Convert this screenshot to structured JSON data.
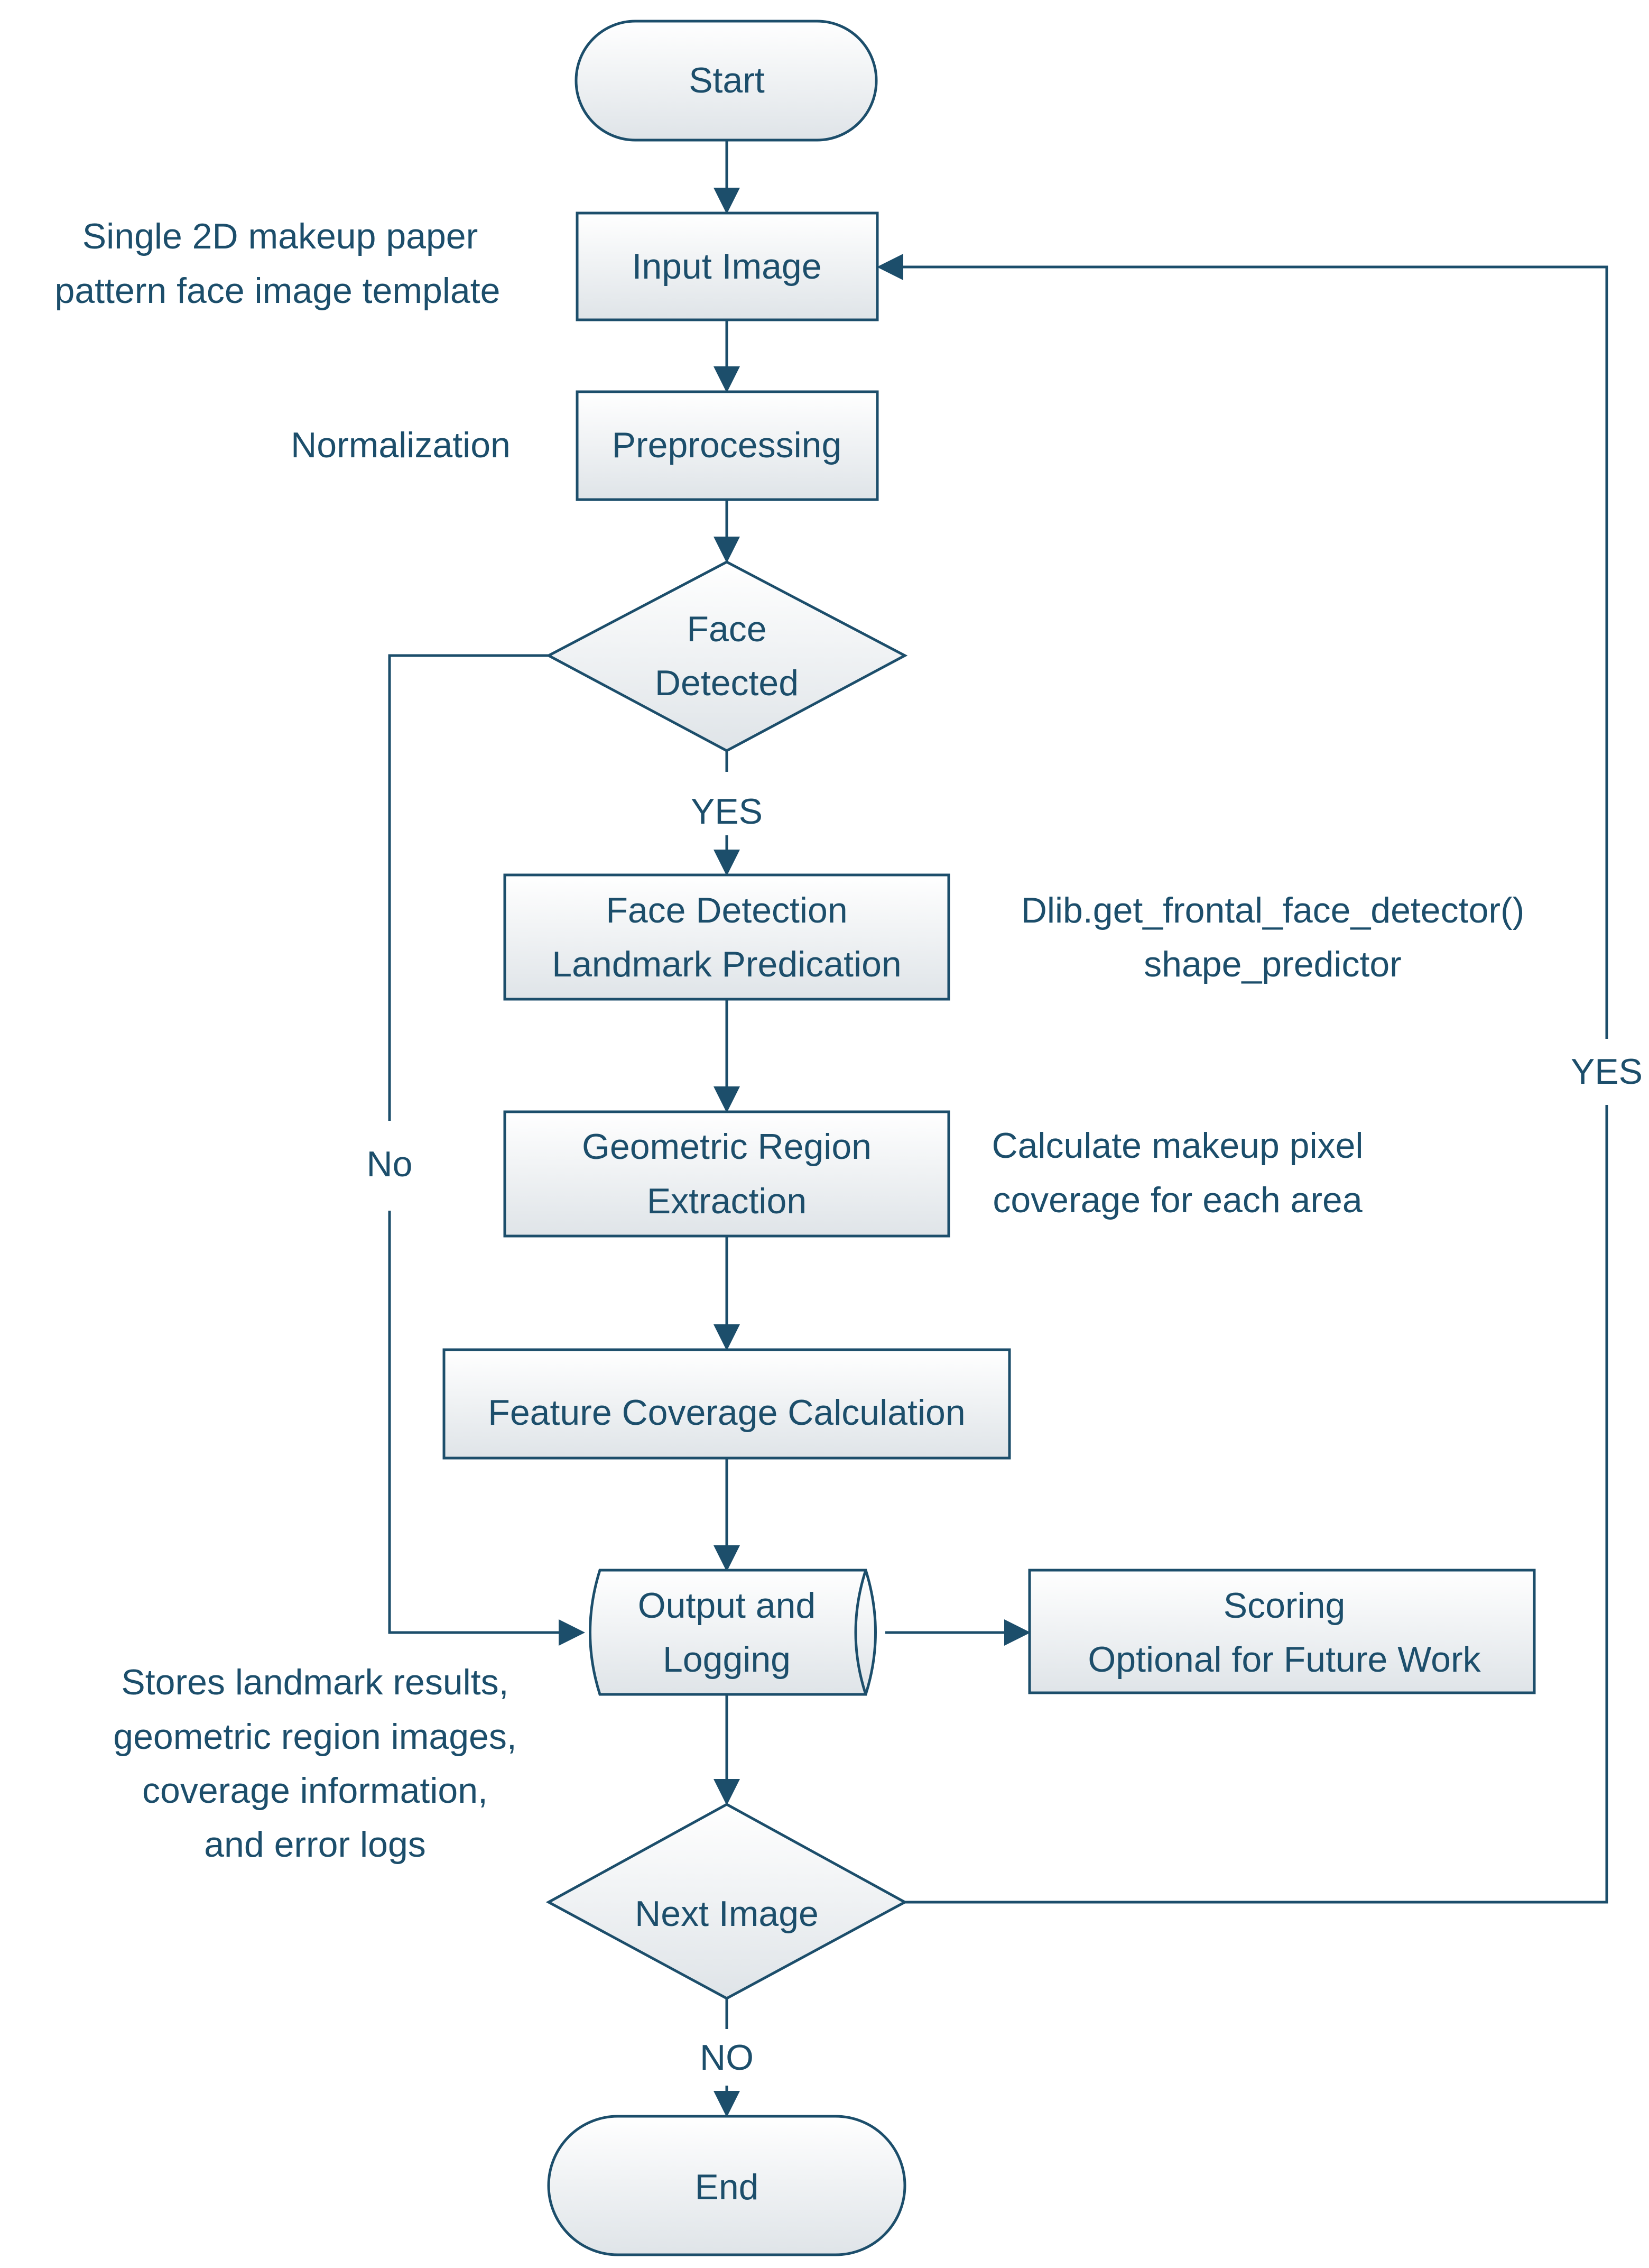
{
  "nodes": {
    "start": {
      "label": "Start"
    },
    "input_image": {
      "label": "Input Image"
    },
    "preprocessing": {
      "label": "Preprocessing"
    },
    "face_detected": {
      "line1": "Face",
      "line2": "Detected"
    },
    "face_detection": {
      "line1": "Face Detection",
      "line2": "Landmark Predication"
    },
    "geometric": {
      "line1": "Geometric Region",
      "line2": "Extraction"
    },
    "coverage_calc": {
      "label": "Feature Coverage Calculation"
    },
    "output_logging": {
      "line1": "Output and",
      "line2": "Logging"
    },
    "scoring": {
      "line1": "Scoring",
      "line2": "Optional for Future Work"
    },
    "next_image": {
      "label": "Next Image"
    },
    "end": {
      "label": "End"
    }
  },
  "annotations": {
    "input_note": {
      "line1": "Single 2D makeup paper",
      "line2": "pattern face image template"
    },
    "normalization": {
      "label": "Normalization"
    },
    "dlib_note": {
      "line1": "Dlib.get_frontal_face_detector()",
      "line2": "shape_predictor"
    },
    "coverage_note": {
      "line1": "Calculate makeup pixel",
      "line2": "coverage for each area"
    },
    "logging_note": {
      "line1": "Stores landmark results,",
      "line2": "geometric region images,",
      "line3": "coverage information,",
      "line4": "and error logs"
    }
  },
  "edge_labels": {
    "face_yes": "YES",
    "face_no": "No",
    "next_yes": "YES",
    "next_no": "NO"
  },
  "colors": {
    "stroke": "#1c4e6b",
    "fill_top": "#ffffff",
    "fill_bottom": "#dfe4e8",
    "text": "#1c4e6b"
  }
}
